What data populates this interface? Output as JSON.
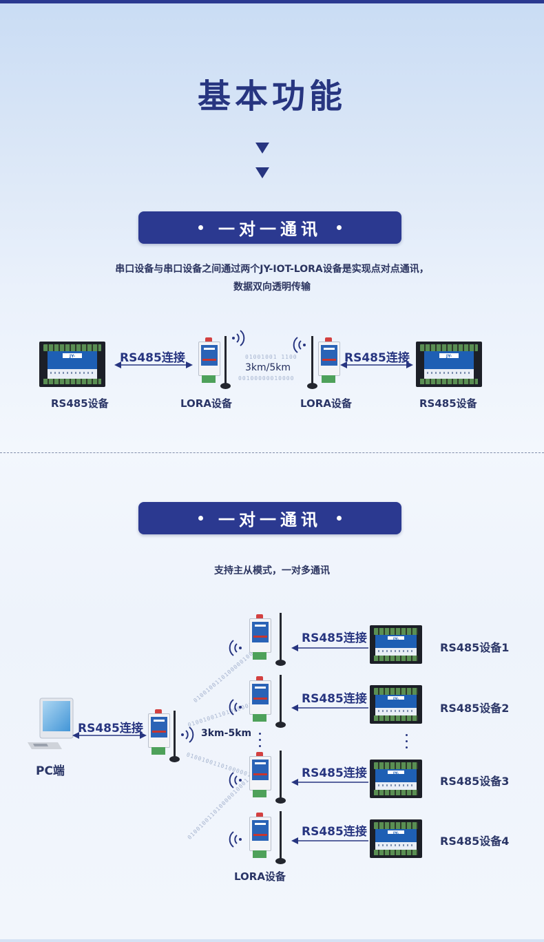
{
  "main_title": "基本功能",
  "section1": {
    "pill_title": "一对一通讯",
    "desc_line1": "串口设备与串口设备之间通过两个JY-IOT-LORA设备是实现点对点通讯，",
    "desc_line2": "数据双向透明传输",
    "left_conn": "RS485连接",
    "right_conn": "RS485连接",
    "distance": "3km/5km",
    "device_tag": "JY-DAM0808D",
    "label_rs485_left": "RS485设备",
    "label_lora_left": "LORA设备",
    "label_lora_right": "LORA设备",
    "label_rs485_right": "RS485设备",
    "code_text_1": "01001001 1100",
    "code_text_2": "00100000010000"
  },
  "section2": {
    "pill_title": "一对一通讯",
    "desc": "支持主从模式，一对多通讯",
    "pc_label": "PC端",
    "pc_conn": "RS485连接",
    "distance": "3km-5km",
    "lora_label": "LORA设备",
    "rows": [
      {
        "conn": "RS485连接",
        "device": "RS485设备1"
      },
      {
        "conn": "RS485连接",
        "device": "RS485设备2"
      },
      {
        "conn": "RS485连接",
        "device": "RS485设备3"
      },
      {
        "conn": "RS485连接",
        "device": "RS485设备4"
      }
    ],
    "code_text": "010010011010000010001"
  },
  "colors": {
    "brand": "#2b3990",
    "device_blue": "#1e5fb4",
    "terminal_green": "#4ea15a"
  }
}
